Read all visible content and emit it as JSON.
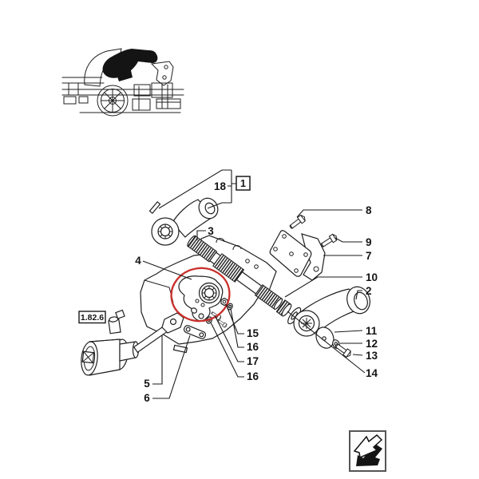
{
  "colors": {
    "line": "#1a1a1a",
    "highlight_circle": "#c9302b",
    "background": "#ffffff",
    "icon_border": "#555555"
  },
  "reference_box": {
    "label": "1.82.6"
  },
  "assembly_box": {
    "label": "1"
  },
  "callouts": [
    {
      "id": "18",
      "label": "18"
    },
    {
      "id": "3",
      "label": "3"
    },
    {
      "id": "4",
      "label": "4"
    },
    {
      "id": "8",
      "label": "8"
    },
    {
      "id": "9",
      "label": "9"
    },
    {
      "id": "7",
      "label": "7"
    },
    {
      "id": "10",
      "label": "10"
    },
    {
      "id": "2",
      "label": "2"
    },
    {
      "id": "11",
      "label": "11"
    },
    {
      "id": "12",
      "label": "12"
    },
    {
      "id": "13",
      "label": "13"
    },
    {
      "id": "14",
      "label": "14"
    },
    {
      "id": "15",
      "label": "15"
    },
    {
      "id": "16a",
      "label": "16"
    },
    {
      "id": "17",
      "label": "17"
    },
    {
      "id": "16b",
      "label": "16"
    },
    {
      "id": "5",
      "label": "5"
    },
    {
      "id": "6",
      "label": "6"
    }
  ],
  "icons": {
    "thumbnail": "tractor-rear-linkage-location",
    "nav": "page-back-arrow"
  }
}
